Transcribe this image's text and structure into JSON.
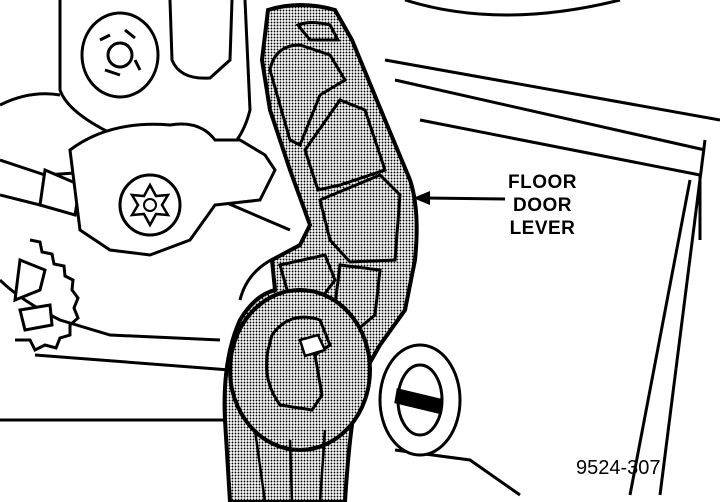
{
  "callout": {
    "lines": [
      "FLOOR",
      "DOOR",
      "LEVER"
    ]
  },
  "figure_number": "9524-307",
  "colors": {
    "ink": "#000000",
    "paper": "#ffffff",
    "halftone": "#8a8a8a"
  }
}
